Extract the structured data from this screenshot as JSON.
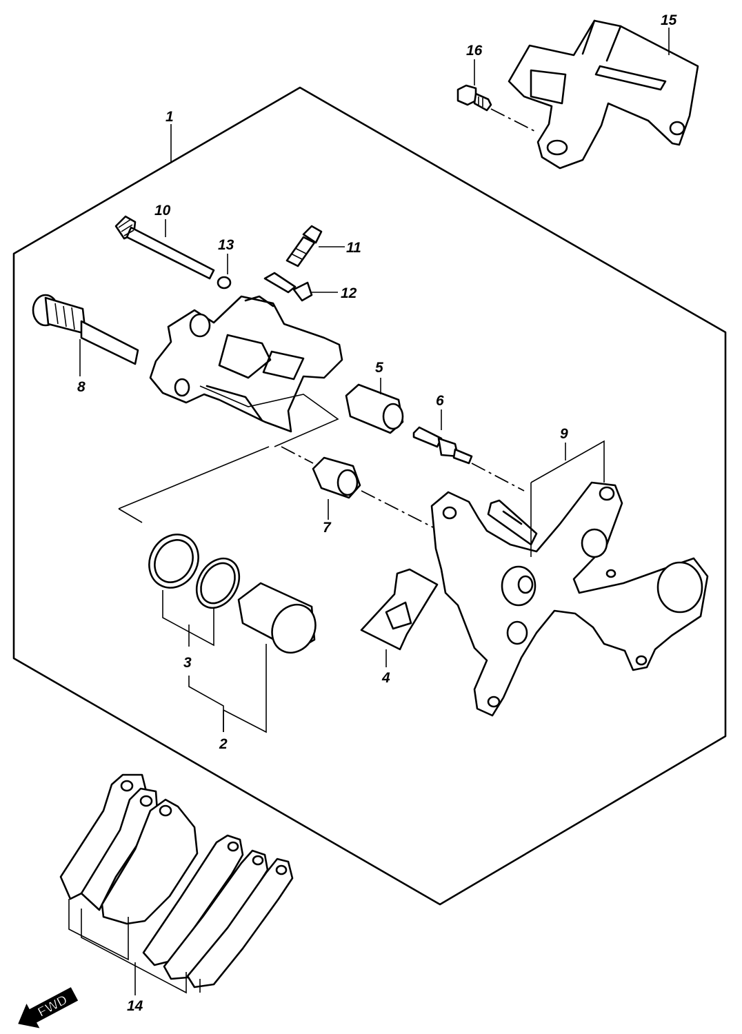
{
  "callouts": {
    "c1": "1",
    "c2": "2",
    "c3": "3",
    "c4": "4",
    "c5": "5",
    "c6": "6",
    "c7": "7",
    "c8": "8",
    "c9": "9",
    "c10": "10",
    "c11": "11",
    "c12": "12",
    "c13": "13",
    "c14": "14",
    "c15": "15",
    "c16": "16"
  },
  "direction_indicator": {
    "label": "FWD",
    "icon": "left-arrow-icon"
  }
}
